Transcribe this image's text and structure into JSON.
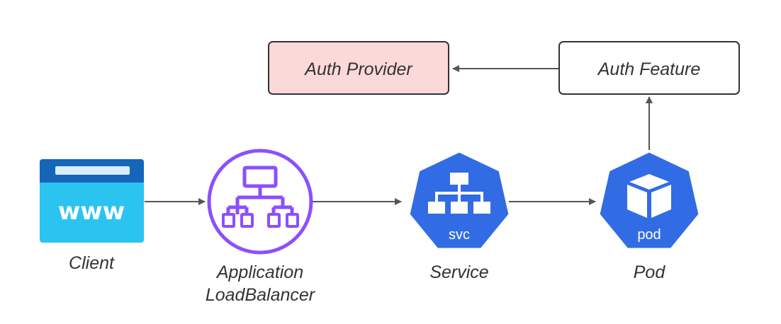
{
  "boxes": {
    "auth_provider": {
      "label": "Auth Provider",
      "fill": "#fcd9d9",
      "stroke": "#333333"
    },
    "auth_feature": {
      "label": "Auth Feature",
      "fill": "#ffffff",
      "stroke": "#333333"
    }
  },
  "nodes": {
    "client": {
      "label": "Client",
      "icon_text": "www",
      "icon": "browser-www-icon"
    },
    "alb": {
      "label_line1": "Application",
      "label_line2": "LoadBalancer",
      "icon": "load-balancer-icon",
      "color": "#8c4fff"
    },
    "service": {
      "label": "Service",
      "badge": "svc",
      "icon": "kubernetes-service-icon",
      "color": "#326ce5"
    },
    "pod": {
      "label": "Pod",
      "badge": "pod",
      "icon": "kubernetes-pod-icon",
      "color": "#326ce5"
    }
  },
  "edges": [
    {
      "from": "Client",
      "to": "Application LoadBalancer"
    },
    {
      "from": "Application LoadBalancer",
      "to": "Service"
    },
    {
      "from": "Service",
      "to": "Pod"
    },
    {
      "from": "Pod",
      "to": "Auth Feature"
    },
    {
      "from": "Auth Feature",
      "to": "Auth Provider"
    }
  ]
}
